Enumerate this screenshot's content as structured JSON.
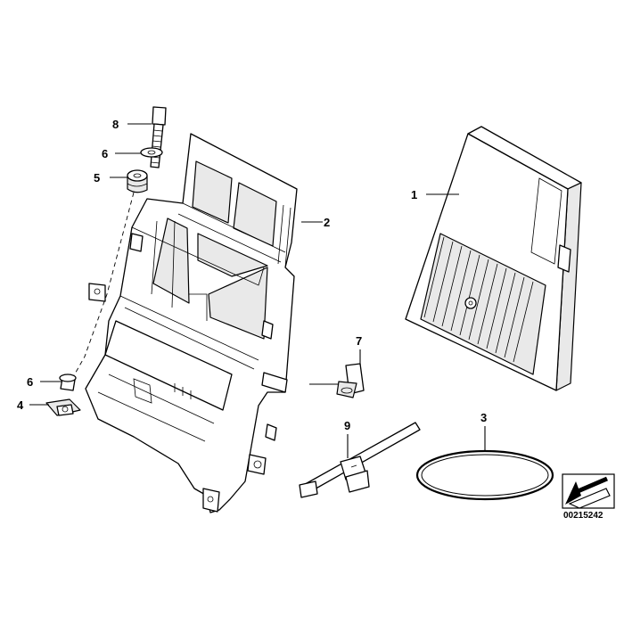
{
  "callouts": {
    "c1": "1",
    "c2": "2",
    "c3": "3",
    "c4": "4",
    "c5": "5",
    "c6a": "6",
    "c6b": "6",
    "c7": "7",
    "c8": "8",
    "c9": "9"
  },
  "reference_number": "00215242",
  "icons": {
    "direction": "arrow-direction-icon"
  }
}
